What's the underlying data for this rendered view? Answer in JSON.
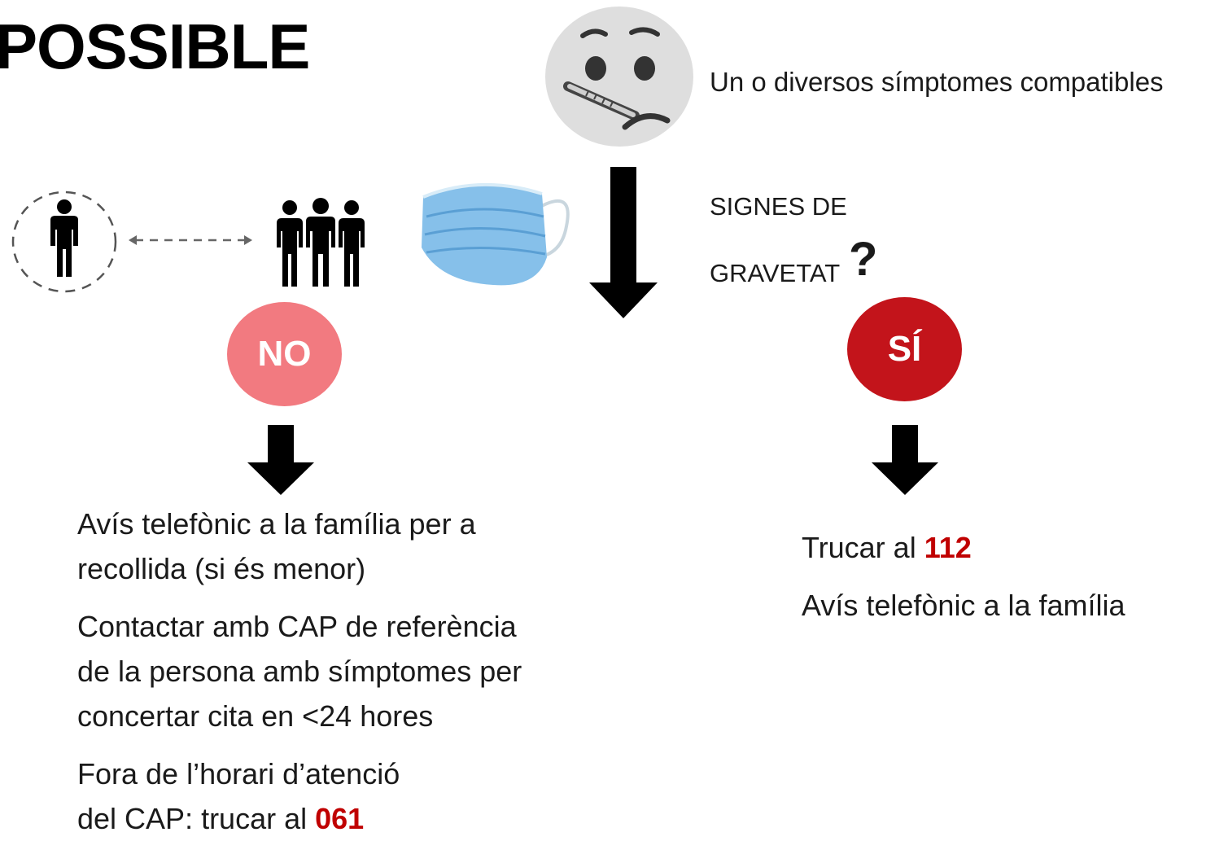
{
  "title": "POSSIBLE",
  "symptoms_label": "Un o diversos símptomes compatibles",
  "question": {
    "line1": "SIGNES DE",
    "line2": "GRAVETAT",
    "mark": "?"
  },
  "no_branch": {
    "label": "NO",
    "color": "#f27a80",
    "p1_line1": "Avís telefònic a la família per a",
    "p1_line2": "recollida (si és menor)",
    "p2_line1": "Contactar amb CAP de referència",
    "p2_line2": "de la persona amb símptomes per",
    "p2_line3": "concertar cita en <24 hores",
    "p3_line1": "Fora de l’horari d’atenció",
    "p3_line2_prefix": "del CAP: trucar al",
    "p3_phone": "061"
  },
  "si_branch": {
    "label": "SÍ",
    "color": "#c3141b",
    "call_prefix": "Trucar al",
    "call_number": "112",
    "notify": "Avís telefònic a la família"
  },
  "colors": {
    "highlight": "#c00000",
    "arrow": "#000000",
    "face": "#d9d9d9",
    "mask": "#7cb9e8"
  },
  "icons": [
    "sick-face-thermometer-icon",
    "isolated-person-icon",
    "group-of-people-icon",
    "face-mask-icon"
  ]
}
